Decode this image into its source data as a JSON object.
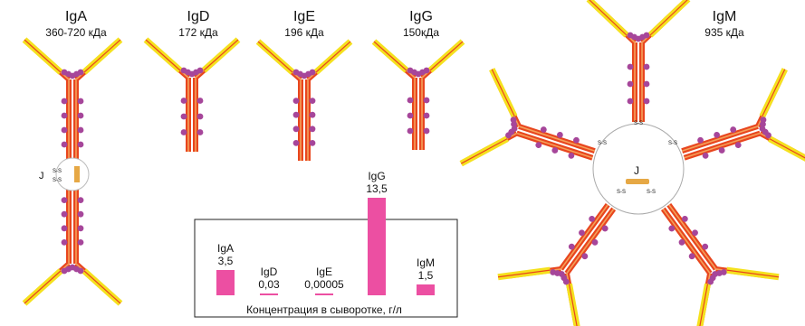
{
  "antibodies": [
    {
      "class": "IgA",
      "mass": "360-720 кДа"
    },
    {
      "class": "IgD",
      "mass": "172 кДа"
    },
    {
      "class": "IgE",
      "mass": "196 кДа"
    },
    {
      "class": "IgG",
      "mass": "150кДа"
    },
    {
      "class": "IgM",
      "mass": "935 кДа"
    }
  ],
  "chain_labels": {
    "j_chain": "J",
    "disulfide": "S-S"
  },
  "chart_data": {
    "type": "bar",
    "categories": [
      "IgA",
      "IgD",
      "IgE",
      "IgG",
      "IgM"
    ],
    "value_labels": [
      "3,5",
      "0,03",
      "0,00005",
      "13,5",
      "1,5"
    ],
    "values": [
      3.5,
      0.03,
      5e-05,
      13.5,
      1.5
    ],
    "xlabel": "Концентрация в сыворотке, г/л",
    "ylim": [
      0,
      13.5
    ],
    "bar_color": "#ec4fa2"
  },
  "colors": {
    "heavy_chain": "#e8461e",
    "heavy_chain_core": "#f4a05a",
    "light_chain": "#f5e11e",
    "carbohydrate": "#a6469a",
    "j_chain": "#e6a845"
  }
}
